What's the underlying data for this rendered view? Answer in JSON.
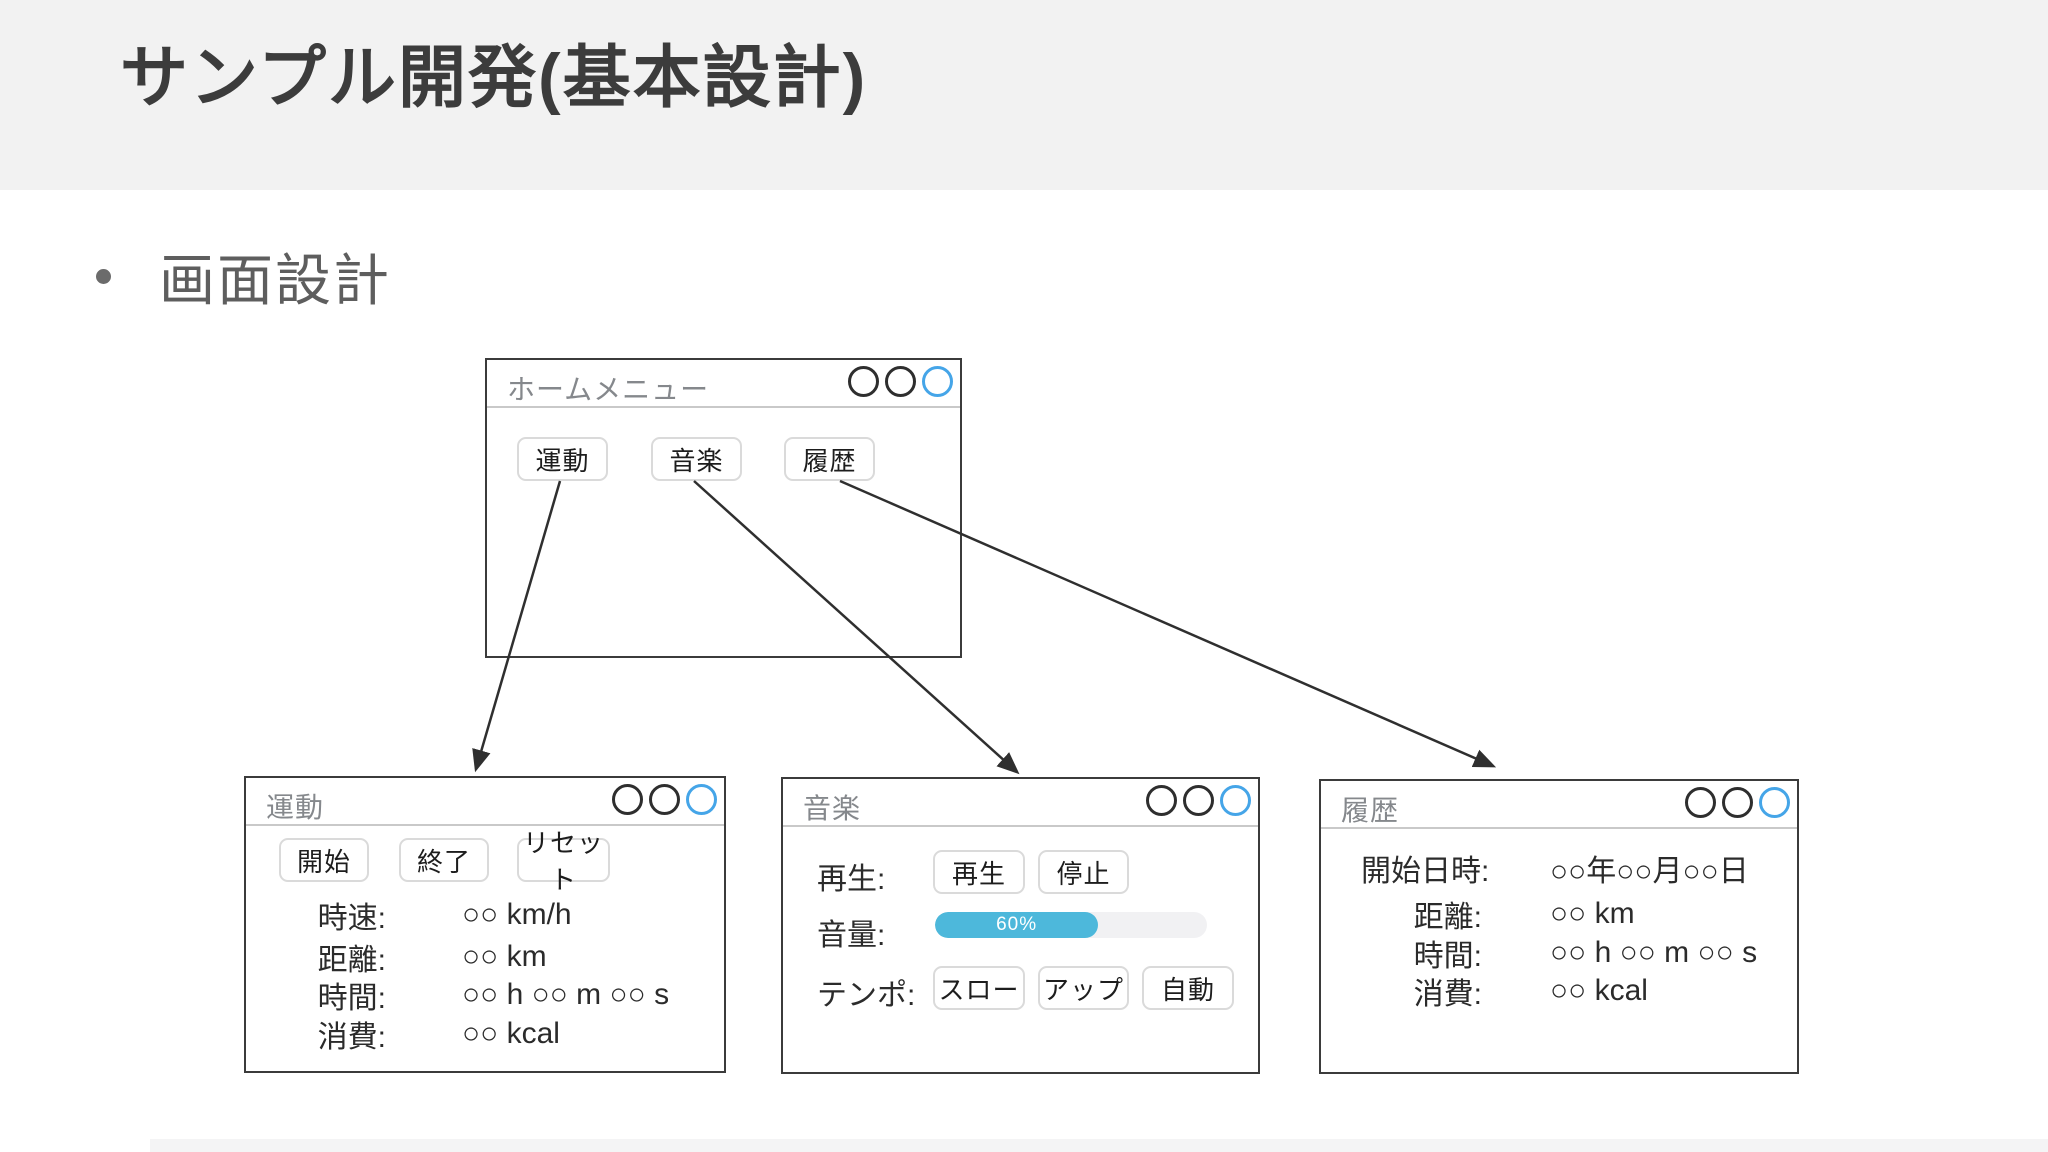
{
  "slide": {
    "title": "サンプル開発(基本設計)",
    "bullet_text": "画面設計"
  },
  "colors": {
    "header_band": "#f2f2f2",
    "window_border": "#3b3b3b",
    "window_title_gray": "#85888c",
    "control_circle_dark": "#2e2e2e",
    "control_circle_blue": "#45a5e8",
    "button_border": "#dadada",
    "progress_fill_blue": "#4db8db",
    "progress_track": "#f1f1f3",
    "arrow_color": "#2f2f2f"
  },
  "home_window": {
    "title": "ホームメニュー",
    "buttons": {
      "exercise": "運動",
      "music": "音楽",
      "history": "履歴"
    }
  },
  "exercise_window": {
    "title": "運動",
    "buttons": {
      "start": "開始",
      "end": "終了",
      "reset": "リセット"
    },
    "rows": [
      {
        "label": "時速:",
        "value": "○○ km/h"
      },
      {
        "label": "距離:",
        "value": "○○ km"
      },
      {
        "label": "時間:",
        "value": "○○ h ○○ m ○○ s"
      },
      {
        "label": "消費:",
        "value": "○○ kcal"
      }
    ]
  },
  "music_window": {
    "title": "音楽",
    "play_row": {
      "label": "再生:",
      "play_button": "再生",
      "stop_button": "停止"
    },
    "volume_row": {
      "label": "音量:",
      "percent": 60,
      "percent_label": "60%"
    },
    "tempo_row": {
      "label": "テンポ:",
      "slow_button": "スロー",
      "up_button": "アップ",
      "auto_button": "自動"
    }
  },
  "history_window": {
    "title": "履歴",
    "rows": [
      {
        "label": "開始日時:",
        "value": "○○年○○月○○日"
      },
      {
        "label": "距離:",
        "value": "○○ km"
      },
      {
        "label": "時間:",
        "value": "○○ h ○○ m ○○ s"
      },
      {
        "label": "消費:",
        "value": "○○ kcal"
      }
    ]
  }
}
